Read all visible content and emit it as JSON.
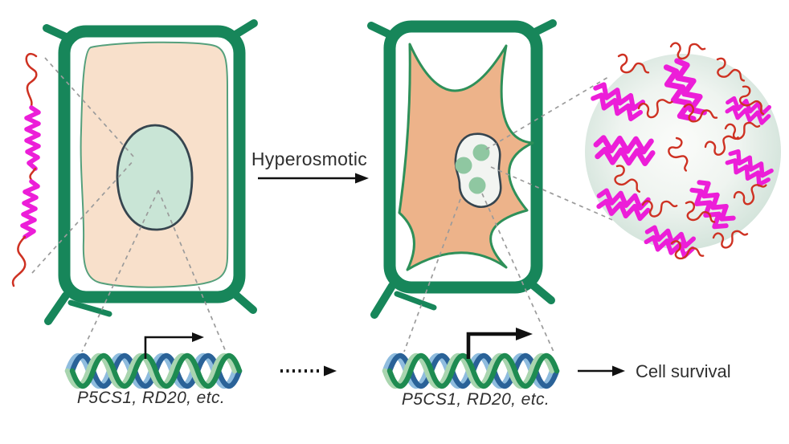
{
  "labels": {
    "stress": "Hyperosmotic",
    "genes_left": "P5CS1, RD20, etc.",
    "genes_right": "P5CS1, RD20, etc.",
    "outcome": "Cell survival"
  },
  "icons": {
    "left_cell": "plant-cell-unstressed",
    "right_cell": "plant-cell-plasmolyzed",
    "protein": "idr-coiled-coil-protein",
    "condensate_zoom": "biomolecular-condensate-magnified",
    "dna": "dna-double-helix",
    "transcription_arrow_weak": "bent-arrow-thin",
    "transcription_arrow_strong": "bent-arrow-bold",
    "induction_arrow": "dotted-arrow-right",
    "stress_arrow": "solid-arrow-right",
    "survival_arrow": "solid-arrow-right"
  },
  "colors": {
    "wall_green": "#17865A",
    "membrane_green": "#55A07C",
    "cytoplasm_peach": "#F8E0CB",
    "protoplast_tan": "#EDB38A",
    "protoplast_outline": "#2E9059",
    "nucleus_fill": "#C9E5D6",
    "nucleus_outline": "#36454F",
    "stressed_nucleus_fill": "#F2F4F1",
    "condensate_green": "#8FC7A1",
    "circle_edge": "#D2E3DA",
    "circle_center": "#FBFCFA",
    "helix_magenta": "#EC1ED8",
    "idr_red": "#CE3122",
    "dna_blue_dark": "#2A6298",
    "dna_blue_light": "#8FBCDE",
    "dna_green_dark": "#1E8B51",
    "dna_green_light": "#A9D5AF",
    "dashed_gray": "#9B9B9B",
    "arrow_black": "#111111",
    "text_dark": "#2F2F2F"
  }
}
